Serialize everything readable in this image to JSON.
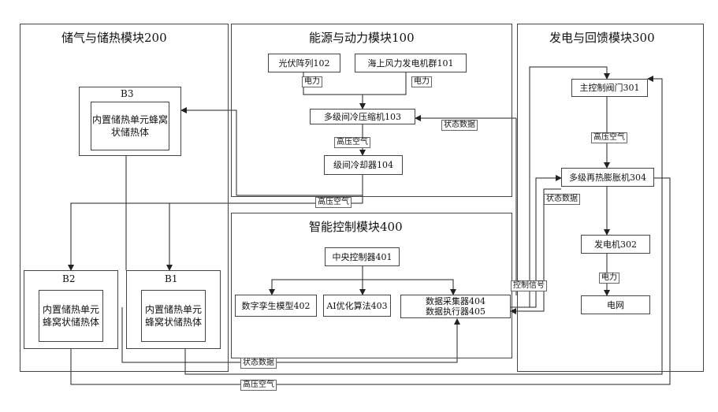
{
  "modules": {
    "storage": "储气与储热模块200",
    "energy": "能源与动力模块100",
    "generation": "发电与回馈模块300",
    "control": "智能控制模块400"
  },
  "energy_blocks": {
    "pv": "光伏阵列102",
    "wind": "海上风力发电机群101",
    "compressor": "多级间冷压缩机103",
    "cooler": "级间冷却器104"
  },
  "storage_units": {
    "b3": {
      "title": "B3",
      "text": "内置储热单元蜂窝状储热体"
    },
    "b2": {
      "title": "B2",
      "text": "内置储热单元蜂窝状储热体"
    },
    "b1": {
      "title": "B1",
      "text": "内置储热单元蜂窝状储热体"
    }
  },
  "generation_blocks": {
    "valve": "主控制阀门301",
    "expander": "多级再热膨胀机304",
    "generator": "发电机302",
    "grid": "电网"
  },
  "control_blocks": {
    "central": "中央控制器401",
    "twin": "数字孪生模型402",
    "ai": "AI优化算法403",
    "collector": "数据采集器404",
    "executor": "数据执行器405"
  },
  "labels": {
    "power1": "电力",
    "power2": "电力",
    "status1": "状态数据",
    "hp_air1": "高压空气",
    "hp_air2": "高压空气",
    "status2": "状态数据",
    "hp_air3": "高压空气",
    "control_signal": "控制信号",
    "power3": "电力",
    "status3": "状态数据",
    "hp_air4": "高压空气"
  }
}
